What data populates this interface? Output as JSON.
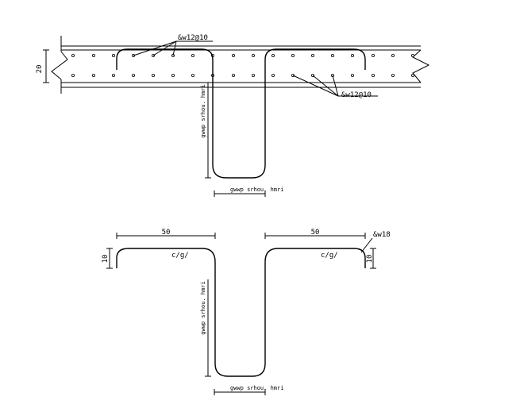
{
  "top_detail": {
    "thickness_dim": "20",
    "rebar_label_top": "&w12@10",
    "rebar_label_bottom": "&w12@10",
    "depth_note_vertical": "gwwp srhou. hmri",
    "width_note_horizontal": "gwwp srhou. hmri"
  },
  "bottom_detail": {
    "left_length_dim": "50",
    "right_length_dim": "50",
    "left_hook_dim": "10",
    "right_hook_dim": "10",
    "left_cover_note": "c/g/",
    "right_cover_note": "c/g/",
    "bar_label": "&w18",
    "depth_note_vertical": "gwwp srhou. hmri",
    "width_note_horizontal": "gwwp srhou. hmri"
  }
}
